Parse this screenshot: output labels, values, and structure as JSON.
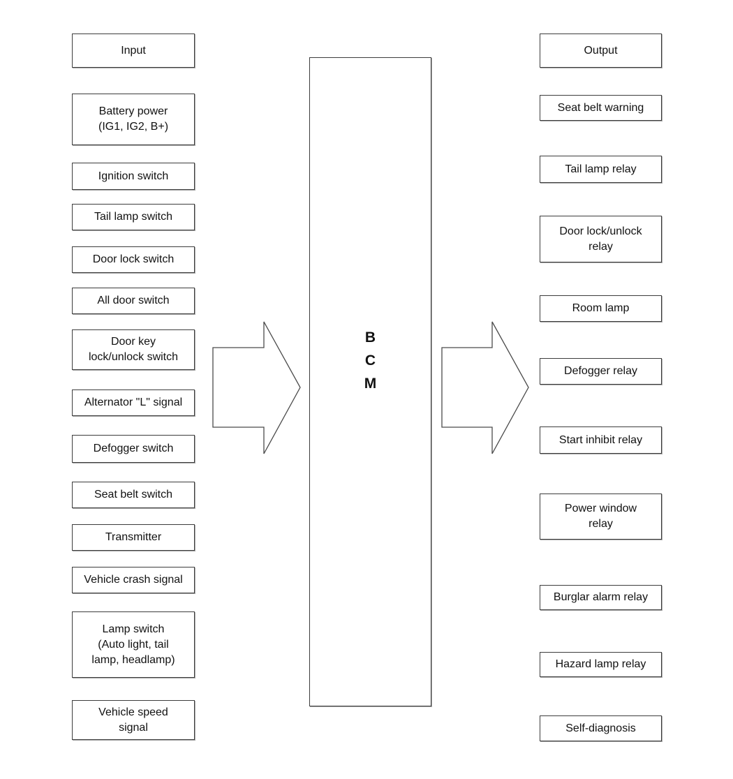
{
  "diagram": {
    "bcm_label": "B\nC\nM",
    "left_column": {
      "header": "Input",
      "items": [
        "Battery power\n(IG1, IG2, B+)",
        "Ignition switch",
        "Tail lamp switch",
        "Door lock switch",
        "All door switch",
        "Door key\nlock/unlock switch",
        "Alternator \"L\" signal",
        "Defogger switch",
        "Seat belt switch",
        "Transmitter",
        "Vehicle crash signal",
        "Lamp switch\n(Auto light, tail\nlamp, headlamp)",
        "Vehicle speed\nsignal"
      ]
    },
    "right_column": {
      "header": "Output",
      "items": [
        "Seat belt warning",
        "Tail lamp relay",
        "Door lock/unlock\nrelay",
        "Room lamp",
        "Defogger relay",
        "Start inhibit relay",
        "Power window\nrelay",
        "Burglar alarm relay",
        "Hazard lamp relay",
        "Self-diagnosis"
      ]
    },
    "colors": {
      "background": "#ffffff",
      "box_border": "#3c3c3c",
      "text": "#111111"
    }
  }
}
